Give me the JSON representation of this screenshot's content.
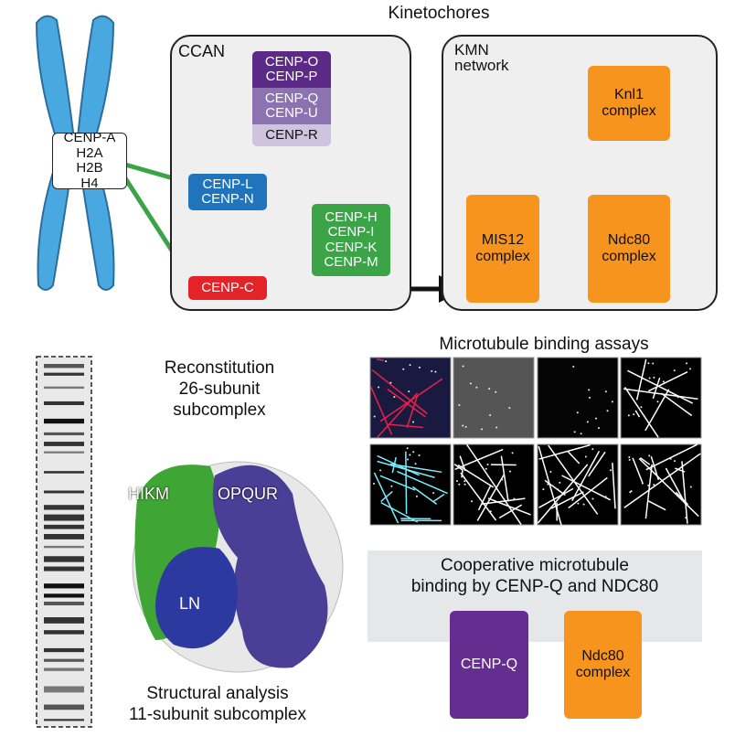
{
  "title": "Kinetochores",
  "chromosome": {
    "histones": [
      "CENP-A",
      "H2A",
      "H2B",
      "H4"
    ]
  },
  "ccan": {
    "label": "CCAN",
    "opqur": [
      "CENP-O",
      "CENP-P",
      "CENP-Q",
      "CENP-U",
      "CENP-R"
    ],
    "ln": [
      "CENP-L",
      "CENP-N"
    ],
    "hikm": [
      "CENP-H",
      "CENP-I",
      "CENP-K",
      "CENP-M"
    ],
    "c": "CENP-C"
  },
  "kmn": {
    "label_line1": "KMN",
    "label_line2": "network",
    "knl1": [
      "Knl1",
      "complex"
    ],
    "mis12": [
      "MIS12",
      "complex"
    ],
    "ndc80": [
      "Ndc80",
      "complex"
    ]
  },
  "reconstitution": [
    "Reconstitution",
    "26-subunit",
    "subcomplex"
  ],
  "structure": {
    "labels": {
      "hikm": "HIKM",
      "opqur": "OPQUR",
      "ln": "LN"
    },
    "caption": [
      "Structural analysis",
      "11-subunit subcomplex"
    ]
  },
  "assays": {
    "title": "Microtubule binding assays"
  },
  "cooperative": {
    "text": [
      "Cooperative microtubule",
      "binding by CENP-Q and NDC80"
    ],
    "cenpq": "CENP-Q",
    "ndc80": [
      "Ndc80",
      "complex"
    ]
  },
  "colors": {
    "purple_dark": "#5b2a86",
    "purple_mid": "#8c72b0",
    "purple_light": "#cfc3e0",
    "blue": "#1f74bc",
    "green": "#3aa447",
    "red": "#e42328",
    "orange": "#f7941d",
    "chromosome": "#4aa8e0"
  }
}
